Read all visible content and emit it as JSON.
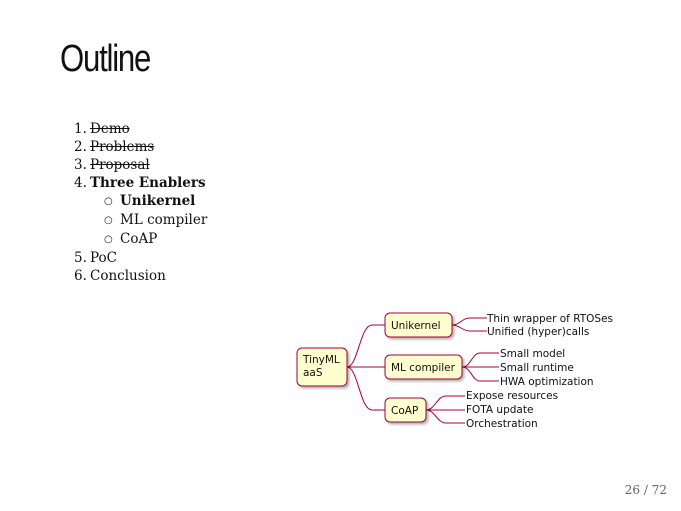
{
  "slide": {
    "title": "Outline",
    "page_number": "26 / 72"
  },
  "outline": {
    "items": [
      {
        "num": "1.",
        "label": "Demo",
        "state": "struck"
      },
      {
        "num": "2.",
        "label": "Problems",
        "state": "struck"
      },
      {
        "num": "3.",
        "label": "Proposal",
        "state": "struck"
      },
      {
        "num": "4.",
        "label": "Three Enablers",
        "state": "current",
        "subitems": [
          {
            "bullet": "○",
            "label": "Unikernel",
            "state": "current"
          },
          {
            "bullet": "○",
            "label": "ML compiler",
            "state": "normal"
          },
          {
            "bullet": "○",
            "label": "CoAP",
            "state": "normal"
          }
        ]
      },
      {
        "num": "5.",
        "label": "PoC",
        "state": "normal"
      },
      {
        "num": "6.",
        "label": "Conclusion",
        "state": "normal"
      }
    ]
  },
  "mindmap": {
    "root": [
      "TinyML",
      "aaS"
    ],
    "branches": [
      {
        "label": "Unikernel",
        "leaves": [
          "Thin wrapper of RTOSes",
          "Unified (hyper)calls"
        ]
      },
      {
        "label": "ML compiler",
        "leaves": [
          "Small model",
          "Small runtime",
          "HWA optimization"
        ]
      },
      {
        "label": "CoAP",
        "leaves": [
          "Expose resources",
          "FOTA update",
          "Orchestration"
        ]
      }
    ],
    "colors": {
      "node_fill": "#fefece",
      "node_border": "#a80036",
      "line": "#a80036"
    }
  }
}
